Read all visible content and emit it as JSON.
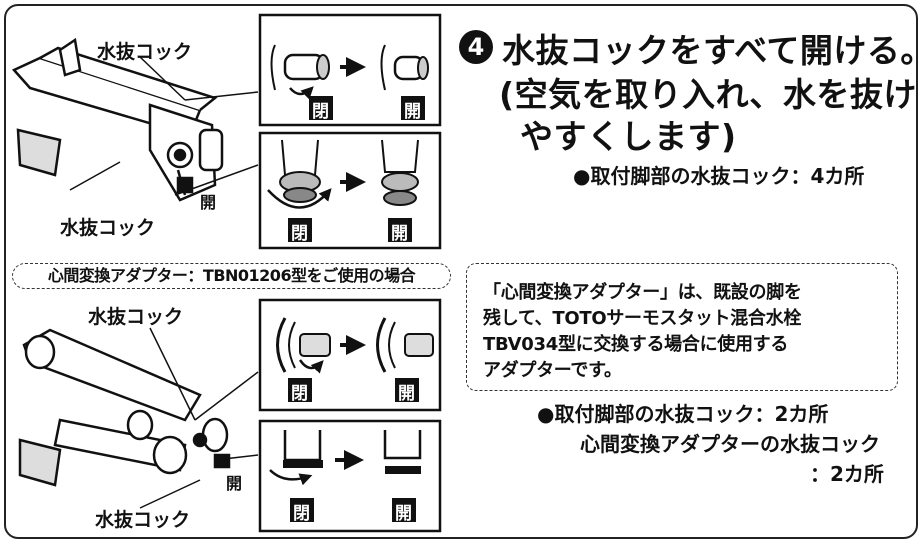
{
  "step": {
    "number": "4",
    "title": "水抜コックをすべて開ける。",
    "subtitle_line1": "(空気を取り入れ、水を抜け",
    "subtitle_line2": "やすくします)"
  },
  "note_top": "●取付脚部の水抜コック：4カ所",
  "labels": {
    "cock_top1": "水抜コック",
    "cock_top2": "水抜コック",
    "cock_bottom1": "水抜コック",
    "cock_bottom2": "水抜コック",
    "open_small": "開"
  },
  "states": {
    "close": "閉",
    "open": "開"
  },
  "adapter_caption": "心間変換アダプター：TBN01206型をご使用の場合",
  "infobox": {
    "line1": "「心間変換アダプター」は、既設の脚を",
    "line2": "残して、TOTOサーモスタット混合水栓",
    "line3": "TBV034型に交換する場合に使用する",
    "line4": "アダプターです。"
  },
  "note_bottom": {
    "line1": "●取付脚部の水抜コック：2カ所",
    "line2": "心間変換アダプターの水抜コック",
    "line3": "：2カ所"
  }
}
